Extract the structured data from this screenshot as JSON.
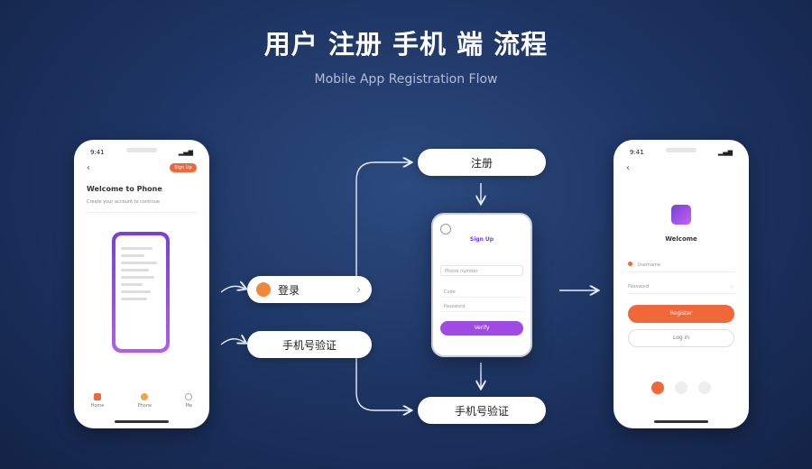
{
  "title": "用户 注册 手机 端 流程",
  "subtitle": "Mobile App Registration Flow",
  "phone_left": {
    "time": "9:41",
    "header_button": "Sign Up",
    "heading": "Welcome to Phone",
    "caption": "Create your account to continue",
    "nav_items": [
      "Home",
      "Phone",
      "Me"
    ]
  },
  "phone_middle": {
    "heading": "Sign Up",
    "field_phone": "Phone number",
    "field_code": "Code",
    "field_password": "Password",
    "button": "Verify"
  },
  "phone_right": {
    "time": "9:41",
    "heading": "Welcome",
    "field_user": "Username",
    "field_pass": "Password",
    "primary_button": "Register",
    "secondary_button": "Log in"
  },
  "nodes": {
    "register": "注册",
    "login": "登录",
    "verify_left": "手机号验证",
    "verify_bottom": "手机号验证"
  },
  "colors": {
    "accent_purple": "#a04ae6",
    "accent_orange": "#f0673a",
    "bg": "#1c3260"
  }
}
